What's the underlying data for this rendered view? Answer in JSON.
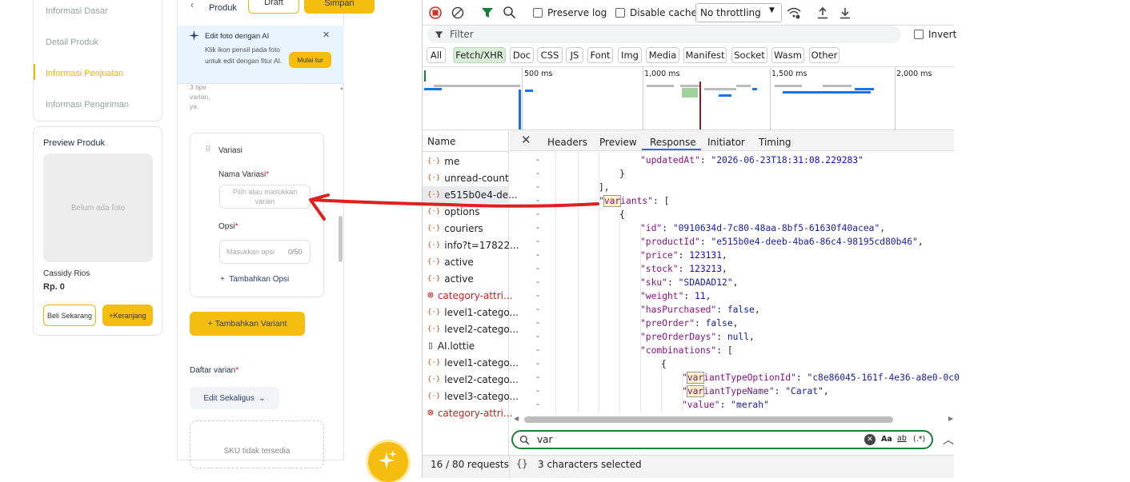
{
  "left": {
    "nav": [
      "Informasi Dasar",
      "Detail Produk",
      "Informasi Penjualan",
      "Informasi Pengiriman"
    ],
    "preview_title": "Preview Produk",
    "no_photo": "Belum ada foto",
    "product_name": "Cassidy Rios",
    "price": "Rp. 0",
    "buy_now": "Beli Sekarang",
    "add_cart": "+Keranjang"
  },
  "mid": {
    "back": "‹",
    "tab": "Produk",
    "draft": "Draft",
    "save": "Simpan",
    "ai_title": "Edit foto dengan AI",
    "ai_desc": "Klik ikon pensil pada foto untuk edit dengan fitur AI.",
    "ai_start": "Mulai tur",
    "hint": "3 tipe varian, ya.",
    "variasi": "Variasi",
    "nama_variasi": "Nama Variasi",
    "nama_placeholder": "Pilih atau masukkan varian",
    "opsi": "Opsi",
    "opsi_placeholder": "Masukkan opsi",
    "opsi_count": "0/50",
    "add_option": "Tambahkan Opsi",
    "add_variant": "Tambahkan Variant",
    "daftar_varian": "Daftar varian",
    "edit_sekaligus": "Edit Sekaligus",
    "sku_empty": "SKU tidak tersedia"
  },
  "devtools": {
    "preserve_log": "Preserve log",
    "disable_cache": "Disable cache",
    "throttling": "No throttling",
    "filter_placeholder": "Filter",
    "invert": "Invert",
    "filters": [
      "All",
      "Fetch/XHR",
      "Doc",
      "CSS",
      "JS",
      "Font",
      "Img",
      "Media",
      "Manifest",
      "Socket",
      "Wasm",
      "Other"
    ],
    "timeline_ticks": [
      "500 ms",
      "1,000 ms",
      "1,500 ms",
      "2,000 ms"
    ],
    "name_header": "Name",
    "tabs": [
      "Headers",
      "Preview",
      "Response",
      "Initiator",
      "Timing"
    ],
    "requests": [
      {
        "name": "me",
        "type": "fetch"
      },
      {
        "name": "unread-count",
        "type": "fetch"
      },
      {
        "name": "e515b0e4-de...",
        "type": "fetch"
      },
      {
        "name": "options",
        "type": "fetch"
      },
      {
        "name": "couriers",
        "type": "fetch"
      },
      {
        "name": "info?t=17822...",
        "type": "fetch"
      },
      {
        "name": "active",
        "type": "fetch"
      },
      {
        "name": "active",
        "type": "fetch"
      },
      {
        "name": "category-attri...",
        "type": "error"
      },
      {
        "name": "level1-catego...",
        "type": "fetch"
      },
      {
        "name": "level2-catego...",
        "type": "fetch"
      },
      {
        "name": "AI.lottie",
        "type": "doc"
      },
      {
        "name": "level1-catego...",
        "type": "fetch"
      },
      {
        "name": "level2-catego...",
        "type": "fetch"
      },
      {
        "name": "level3-catego...",
        "type": "fetch"
      },
      {
        "name": "category-attri...",
        "type": "error"
      }
    ],
    "code_lines": [
      {
        "indent": 6,
        "text": "\"updatedAt\": \"2026-06-23T18:31:08.229283\""
      },
      {
        "indent": 5,
        "text": "}"
      },
      {
        "indent": 4,
        "text": "],"
      },
      {
        "indent": 4,
        "text": "\"variants\": ["
      },
      {
        "indent": 5,
        "text": "{"
      },
      {
        "indent": 6,
        "text": "\"id\": \"0910634d-7c80-48aa-8bf5-61630f40acea\","
      },
      {
        "indent": 6,
        "text": "\"productId\": \"e515b0e4-deeb-4ba6-86c4-98195cd80b46\","
      },
      {
        "indent": 6,
        "text": "\"price\": 123131,"
      },
      {
        "indent": 6,
        "text": "\"stock\": 123213,"
      },
      {
        "indent": 6,
        "text": "\"sku\": \"SDADAD12\","
      },
      {
        "indent": 6,
        "text": "\"weight\": 11,"
      },
      {
        "indent": 6,
        "text": "\"hasPurchased\": false,"
      },
      {
        "indent": 6,
        "text": "\"preOrder\": false,"
      },
      {
        "indent": 6,
        "text": "\"preOrderDays\": null,"
      },
      {
        "indent": 6,
        "text": "\"combinations\": ["
      },
      {
        "indent": 7,
        "text": "{"
      },
      {
        "indent": 8,
        "text": "\"variantTypeOptionId\": \"c8e86045-161f-4e36-a8e0-0c0"
      },
      {
        "indent": 8,
        "text": "\"variantTypeName\": \"Carat\","
      },
      {
        "indent": 8,
        "text": "\"value\": \"merah\""
      }
    ],
    "search_value": "var",
    "search_opts": [
      "Aa",
      "ab",
      "(.*)"
    ],
    "status_requests": "16 / 80 requests",
    "status_selection": "3 characters selected"
  },
  "colors": {
    "accent": "#f5bd10",
    "arrow": "#e02020",
    "devtools_link": "#1a73e8"
  }
}
